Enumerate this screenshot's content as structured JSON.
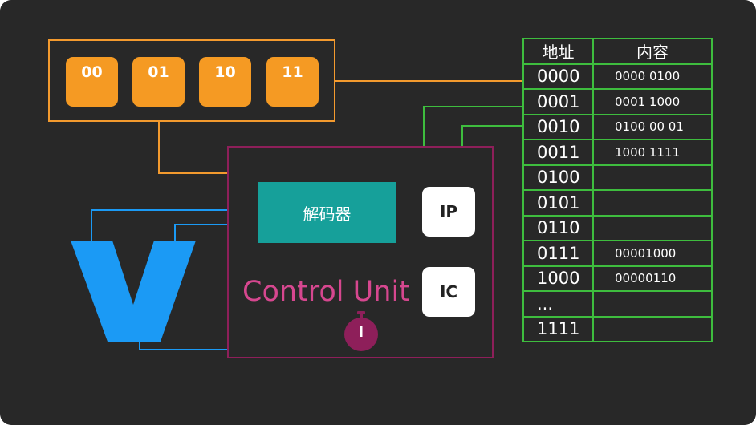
{
  "registers": [
    "00",
    "01",
    "10",
    "11"
  ],
  "decoder_label": "解码器",
  "ip_label": "IP",
  "ic_label": "IC",
  "control_unit_label": "Control Unit",
  "memory_table": {
    "header": {
      "address": "地址",
      "content": "内容"
    },
    "rows": [
      {
        "address": "0000",
        "content": "0000 0100"
      },
      {
        "address": "0001",
        "content": "0001 1000"
      },
      {
        "address": "0010",
        "content": "0100 00 01"
      },
      {
        "address": "0011",
        "content": "1000 1111"
      },
      {
        "address": "0100",
        "content": ""
      },
      {
        "address": "0101",
        "content": ""
      },
      {
        "address": "0110",
        "content": ""
      },
      {
        "address": "0111",
        "content": "00001000"
      },
      {
        "address": "1000",
        "content": "00000110"
      },
      {
        "address": "...",
        "content": ""
      },
      {
        "address": "1111",
        "content": ""
      }
    ]
  },
  "icons": {
    "adder": "v-shape-icon",
    "clock": "stopwatch-icon"
  },
  "colors": {
    "background": "#282828",
    "register": "#f59a23",
    "register_frame": "#f39a2e",
    "control_unit_border": "#8e1f5a",
    "control_unit_text": "#d6478f",
    "decoder": "#16a09a",
    "memory_grid": "#3ebd3e",
    "blue": "#1b9af5"
  }
}
